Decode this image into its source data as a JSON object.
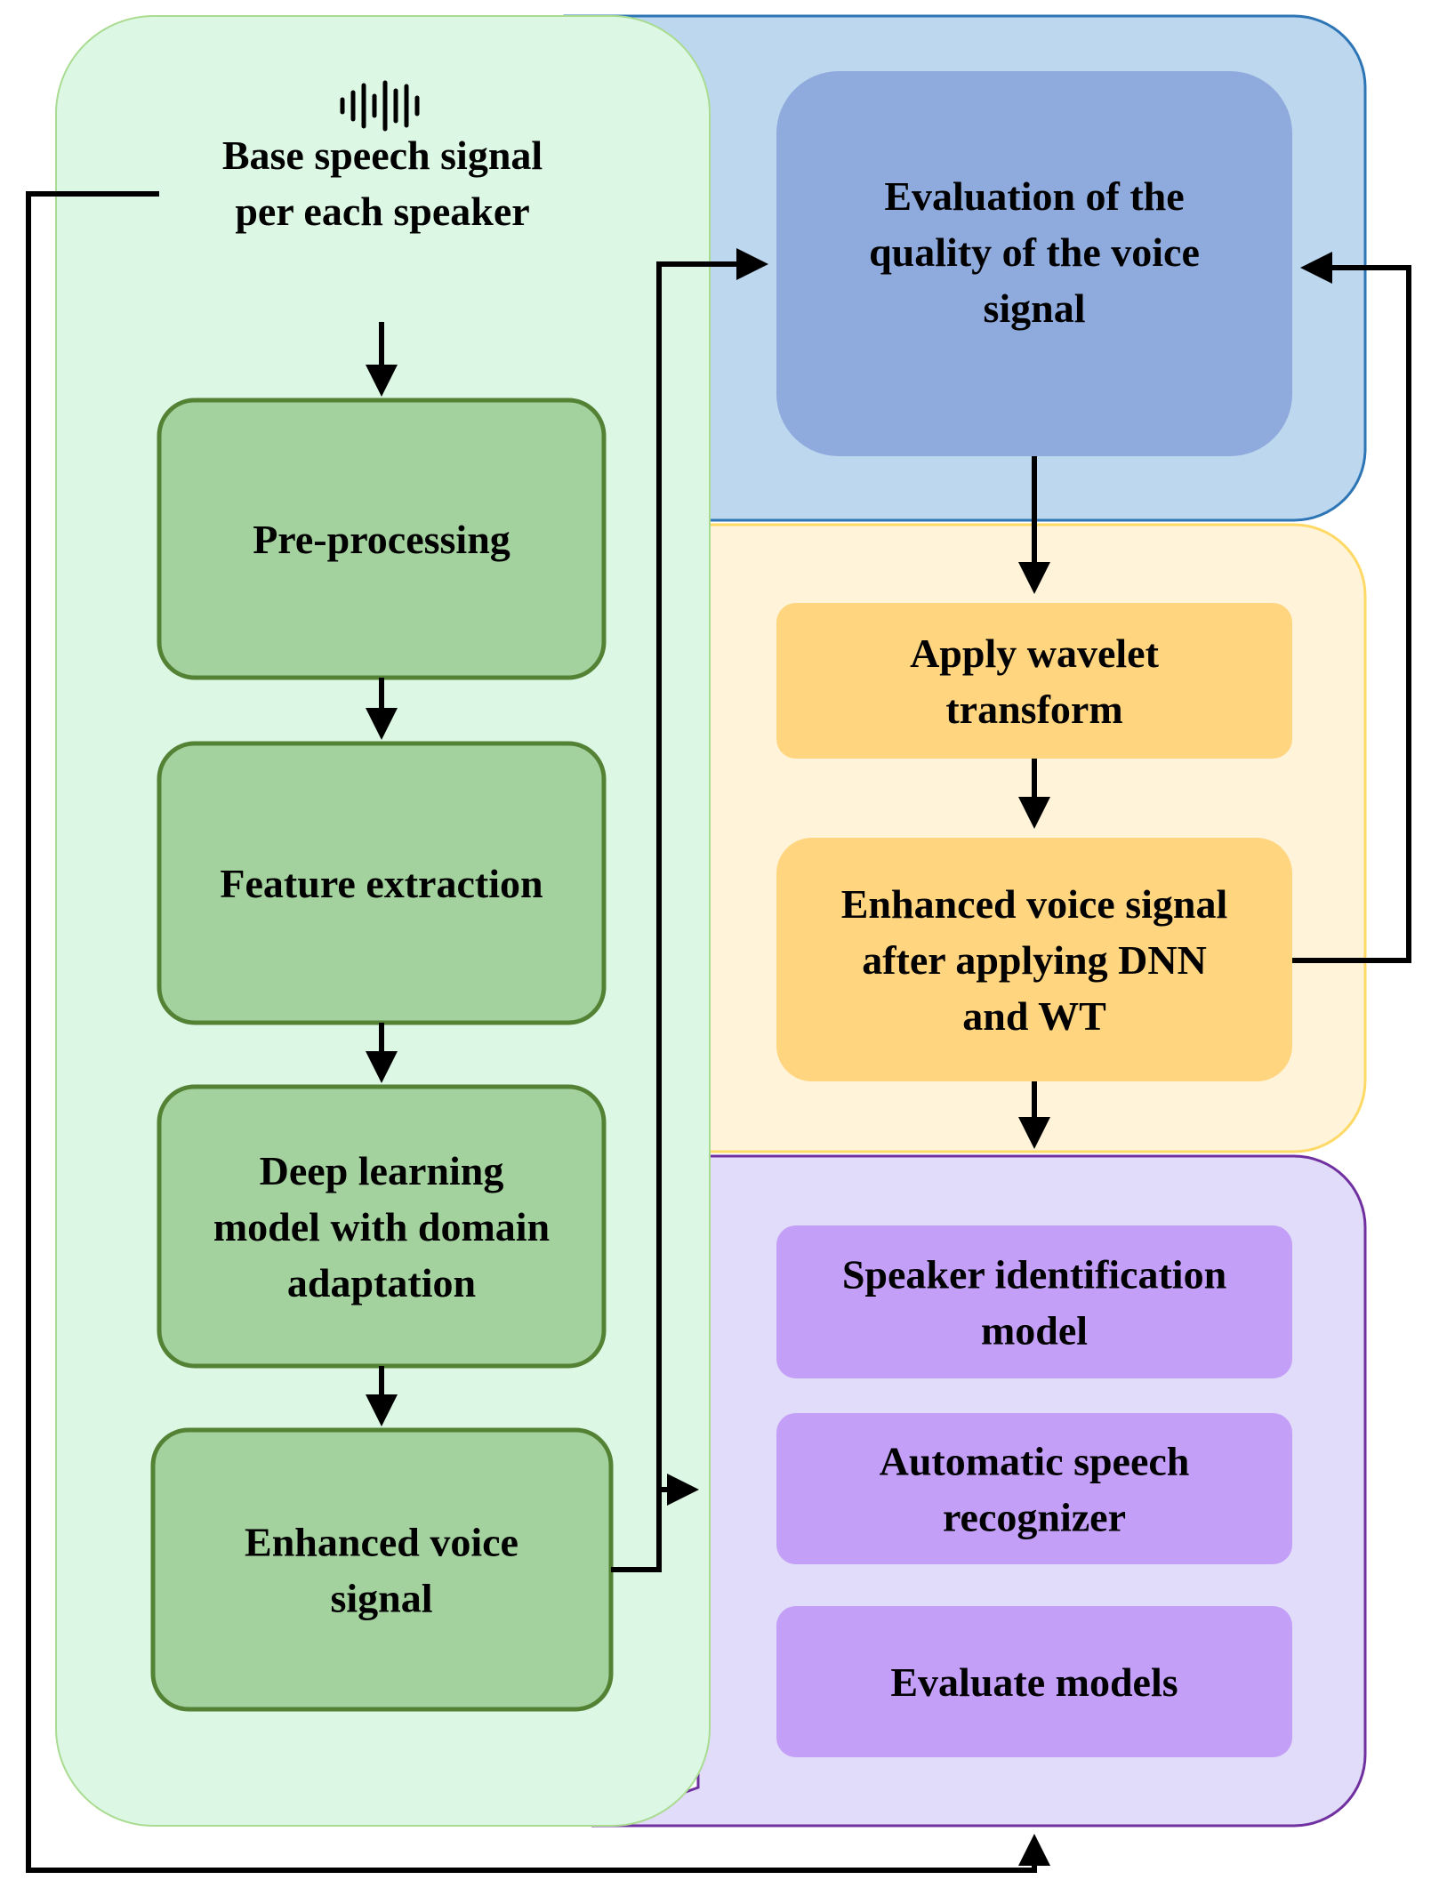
{
  "colors": {
    "left_panel_fill": "#ddf7e5",
    "left_panel_stroke": "#a9dc91",
    "step_box_fill": "#a4d29e",
    "step_box_stroke": "#548235",
    "blue_panel_fill": "#bdd7ee",
    "blue_panel_stroke": "#2e75b6",
    "blue_box_fill": "#8faadc",
    "yellow_panel_fill": "#fff4d9",
    "yellow_panel_stroke": "#ffd966",
    "yellow_box_fill": "#ffd580",
    "purple_panel_fill": "#e0dcf9",
    "purple_panel_stroke": "#7030a0",
    "purple_box_fill": "#c49ff7",
    "arrow": "#000000"
  },
  "source": {
    "icon": "sound-wave-icon",
    "lines": [
      "Base speech signal",
      "per each speaker"
    ]
  },
  "pipeline": [
    {
      "lines": [
        "Pre-processing"
      ]
    },
    {
      "lines": [
        "Feature extraction"
      ]
    },
    {
      "lines": [
        "Deep learning",
        "model with domain",
        "adaptation"
      ]
    },
    {
      "lines": [
        "Enhanced voice",
        "signal"
      ]
    }
  ],
  "evaluation": {
    "lines": [
      "Evaluation of the",
      "quality of the voice",
      "signal"
    ]
  },
  "wavelet": {
    "steps": [
      {
        "lines": [
          "Apply wavelet",
          "transform"
        ]
      },
      {
        "lines": [
          "Enhanced voice signal",
          "after applying DNN",
          "and WT"
        ]
      }
    ]
  },
  "downstream": {
    "items": [
      {
        "lines": [
          "Speaker identification",
          "model"
        ]
      },
      {
        "lines": [
          "Automatic speech",
          "recognizer"
        ]
      },
      {
        "lines": [
          "Evaluate models"
        ]
      }
    ]
  }
}
